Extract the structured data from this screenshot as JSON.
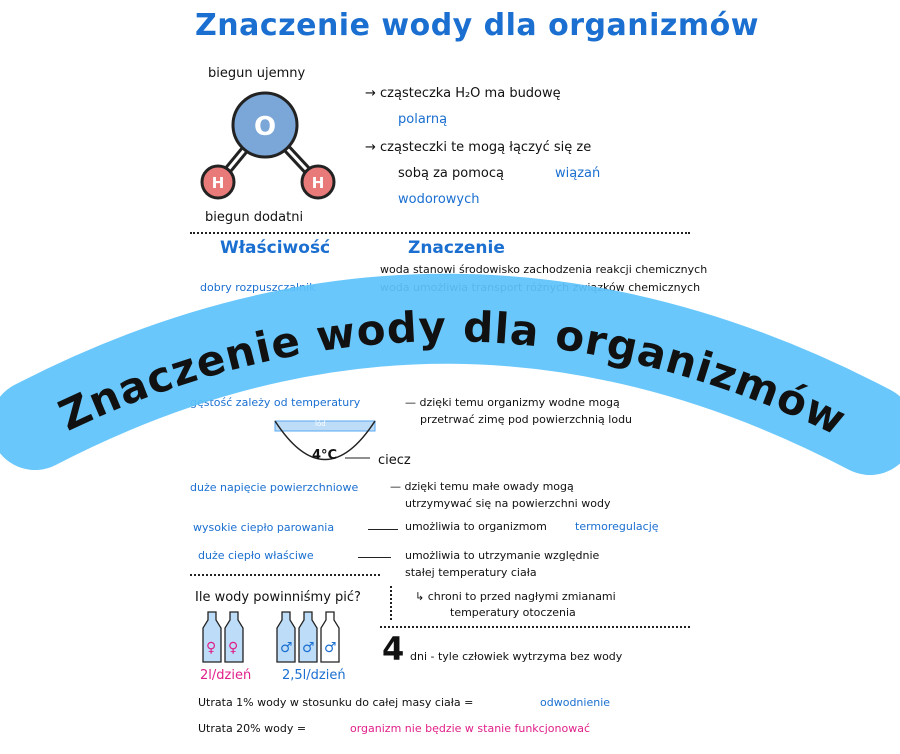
{
  "title": "Znaczenie wody dla organizmów",
  "molecule": {
    "top_label": "biegun ujemny",
    "bottom_label": "biegun dodatni",
    "o": "O",
    "h": "H"
  },
  "facts": {
    "f1a": "→ cząsteczka H₂O ma budowę",
    "f1b": "polarną",
    "f2a": "→ cząsteczki te mogą łączyć się ze",
    "f2b": "sobą za pomocą",
    "f2c": "wiązań",
    "f2d": "wodorowych"
  },
  "table": {
    "col1": "Właściwość",
    "col2": "Znaczenie",
    "rows": [
      {
        "prop": "dobry rozpuszczalnik",
        "m1": "woda stanowi środowisko zachodzenia reakcji chemicznych",
        "m2": "woda umożliwia transport różnych związków chemicznych"
      },
      {
        "prop": "gęstość zależy od temperatury",
        "m1": "— dzięki temu organizmy wodne mogą",
        "m2": "przetrwać zimę pod powierzchnią lodu"
      },
      {
        "prop": "duże napięcie powierzchniowe",
        "m1": "— dzięki temu małe owady mogą",
        "m2": "utrzymywać się na powierzchni wody"
      },
      {
        "prop": "wysokie ciepło parowania",
        "m1": "umożliwia to organizmom",
        "m2": "termoregulację"
      },
      {
        "prop": "duże ciepło właściwe",
        "m1": "umożliwia to utrzymanie względnie",
        "m2": "stałej temperatury ciała",
        "m3": "chroni to przed nagłymi zmianami",
        "m4": "temperatury otoczenia"
      }
    ]
  },
  "diagram": {
    "ice": "lód",
    "temp": "4°C",
    "liquid": "ciecz"
  },
  "drink": {
    "question": "Ile wody powinniśmy pić?",
    "female": "2l/dzień",
    "male": "2,5l/dzień"
  },
  "days": {
    "number": "4",
    "text": "dni - tyle człowiek wytrzyma bez wody"
  },
  "loss1": {
    "a": "Utrata 1% wody w stosunku do całej masy ciała =",
    "b": "odwodnienie"
  },
  "loss2": {
    "a": "Utrata 20% wody =",
    "b": "organizm nie będzie w stanie funkcjonować"
  },
  "banner": {
    "text": "Znaczenie wody dla organizmów",
    "color": "#5ec3fb"
  },
  "colors": {
    "blue": "#1a6fd0",
    "pink": "#e0208a"
  }
}
